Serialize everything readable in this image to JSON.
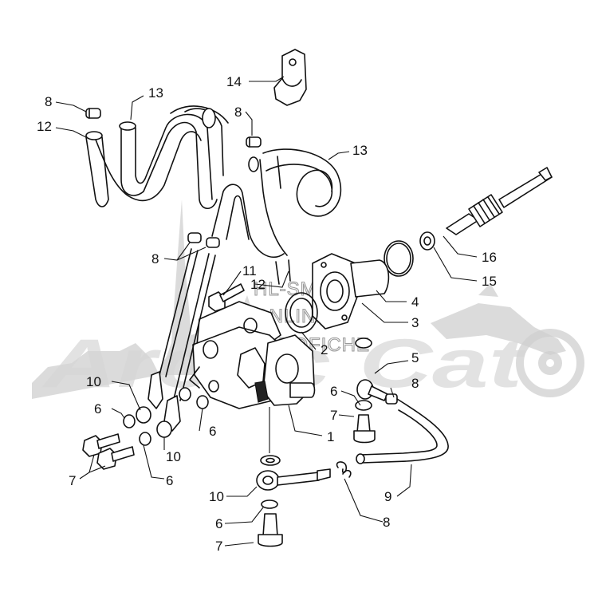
{
  "watermark": {
    "brand": "Arctic Cat",
    "line1": "HL-SMS",
    "line2": "ONLINE",
    "line3": "MICROFICHE"
  },
  "callouts": {
    "c1": "1",
    "c2": "2",
    "c3": "3",
    "c4": "4",
    "c5": "5",
    "c6a": "6",
    "c6b": "6",
    "c6c": "6",
    "c6d": "6",
    "c6e": "6",
    "c7a": "7",
    "c7b": "7",
    "c7c": "7",
    "c8a": "8",
    "c8b": "8",
    "c8c": "8",
    "c8d": "8",
    "c8e": "8",
    "c9": "9",
    "c10a": "10",
    "c10b": "10",
    "c10c": "10",
    "c11": "11",
    "c12a": "12",
    "c12b": "12",
    "c13a": "13",
    "c13b": "13",
    "c14": "14",
    "c15": "15",
    "c16": "16"
  }
}
